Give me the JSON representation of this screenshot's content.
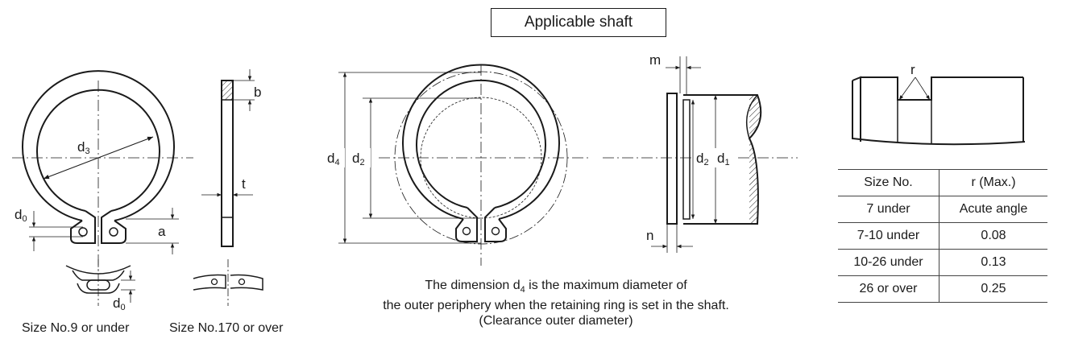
{
  "header": {
    "title": "Applicable shaft"
  },
  "ring_view": {
    "d3": "d3",
    "d0": "d0",
    "a": "a"
  },
  "side_view": {
    "b": "b",
    "t": "t"
  },
  "set_view": {
    "d4": "d4",
    "d2": "d2"
  },
  "shaft_view": {
    "m": "m",
    "n": "n",
    "d2": "d2",
    "d1": "d1"
  },
  "groove_view": {
    "r": "r"
  },
  "captions": {
    "left": "Size No.9 or under",
    "middle": "Size No.170 or over",
    "note_line1": "The dimension d",
    "note_sub": "4",
    "note_line1_end": " is the maximum diameter of",
    "note_line2": "the outer periphery when the retaining ring is set in the shaft.",
    "note_line3": "(Clearance outer diameter)"
  },
  "table": {
    "headers": [
      "Size No.",
      "r (Max.)"
    ],
    "rows": [
      [
        "7 under",
        "Acute angle"
      ],
      [
        "7-10 under",
        "0.08"
      ],
      [
        "10-26 under",
        "0.13"
      ],
      [
        "26 or over",
        "0.25"
      ]
    ]
  }
}
